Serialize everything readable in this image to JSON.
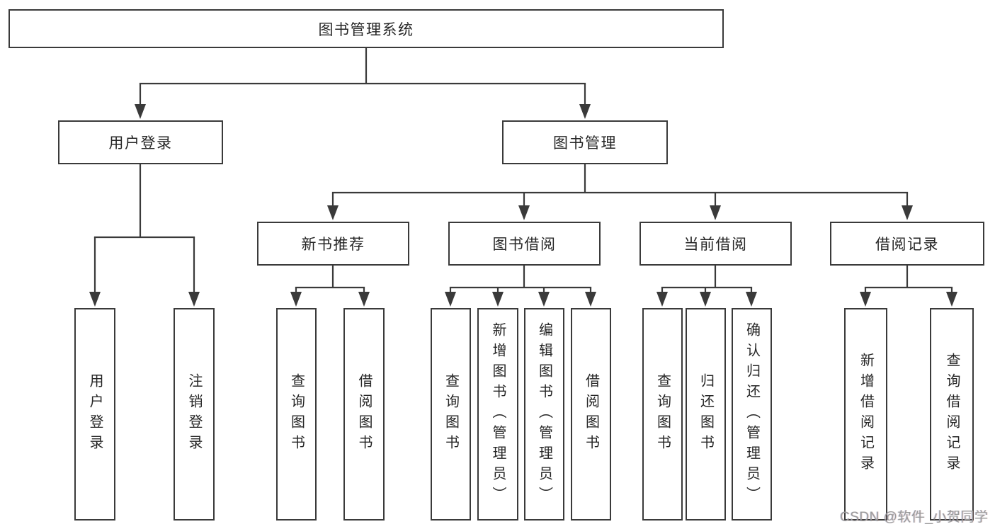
{
  "colors": {
    "line": "#3a3a3a",
    "border": "#3a3a3a",
    "text": "#262626",
    "watermark": "#9b9b9b",
    "background": "#ffffff"
  },
  "tree": {
    "root": "图书管理系统",
    "branches": [
      {
        "label": "用户登录",
        "children": [
          "用户登录",
          "注销登录"
        ]
      },
      {
        "label": "图书管理",
        "groups": [
          {
            "label": "新书推荐",
            "children": [
              "查询图书",
              "借阅图书"
            ]
          },
          {
            "label": "图书借阅",
            "children": [
              "查询图书",
              "新增图书（管理员）",
              "编辑图书（管理员）",
              "借阅图书"
            ]
          },
          {
            "label": "当前借阅",
            "children": [
              "查询图书",
              "归还图书",
              "确认归还（管理员）"
            ]
          },
          {
            "label": "借阅记录",
            "children": [
              "新增借阅记录",
              "查询借阅记录"
            ]
          }
        ]
      }
    ]
  },
  "watermark": "CSDN @软件_小贺同学"
}
